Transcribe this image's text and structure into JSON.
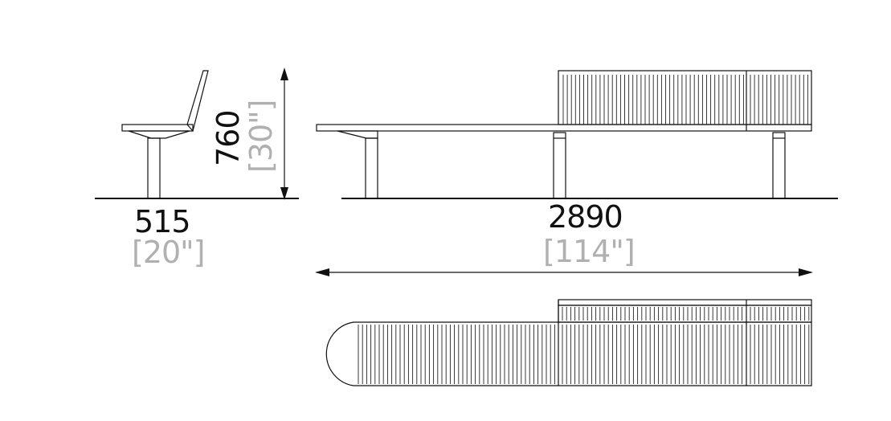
{
  "dimensions": {
    "depth": {
      "mm": "515",
      "inch": "[20\"]"
    },
    "height": {
      "mm": "760",
      "inch": "[30\"]"
    },
    "length": {
      "mm": "2890",
      "inch": "[114\"]"
    }
  },
  "colors": {
    "line": "#111111",
    "imperial_text": "#b0b0b0",
    "background": "#ffffff"
  }
}
